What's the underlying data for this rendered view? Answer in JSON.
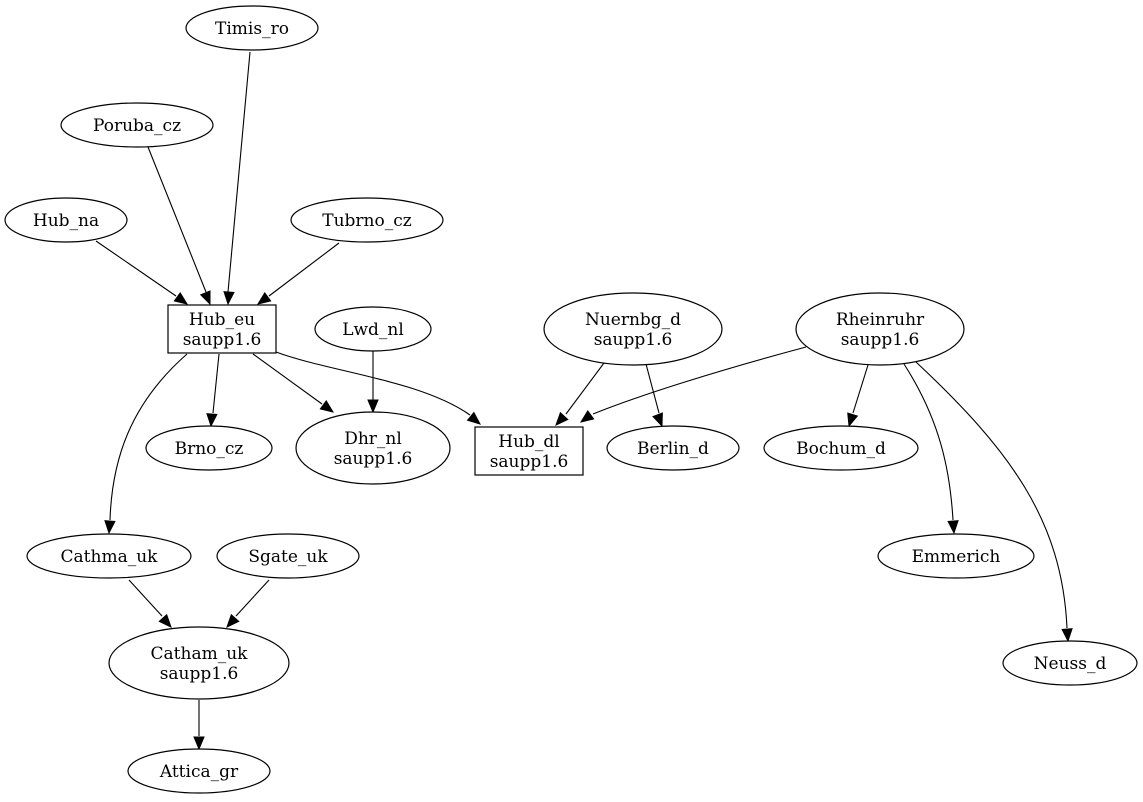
{
  "nodes": [
    {
      "id": "timis_ro",
      "label": "Timis_ro",
      "shape": "ellipse"
    },
    {
      "id": "poruba_cz",
      "label": "Poruba_cz",
      "shape": "ellipse"
    },
    {
      "id": "hub_na",
      "label": "Hub_na",
      "shape": "ellipse"
    },
    {
      "id": "tubrno_cz",
      "label": "Tubrno_cz",
      "shape": "ellipse"
    },
    {
      "id": "hub_eu",
      "label": "Hub_eu",
      "sublabel": "saupp1.6",
      "shape": "box"
    },
    {
      "id": "lwd_nl",
      "label": "Lwd_nl",
      "shape": "ellipse"
    },
    {
      "id": "nuernbg_d",
      "label": "Nuernbg_d",
      "sublabel": "saupp1.6",
      "shape": "ellipse"
    },
    {
      "id": "rheinruhr",
      "label": "Rheinruhr",
      "sublabel": "saupp1.6",
      "shape": "ellipse"
    },
    {
      "id": "brno_cz",
      "label": "Brno_cz",
      "shape": "ellipse"
    },
    {
      "id": "dhr_nl",
      "label": "Dhr_nl",
      "sublabel": "saupp1.6",
      "shape": "ellipse"
    },
    {
      "id": "hub_dl",
      "label": "Hub_dl",
      "sublabel": "saupp1.6",
      "shape": "box"
    },
    {
      "id": "berlin_d",
      "label": "Berlin_d",
      "shape": "ellipse"
    },
    {
      "id": "bochum_d",
      "label": "Bochum_d",
      "shape": "ellipse"
    },
    {
      "id": "cathma_uk",
      "label": "Cathma_uk",
      "shape": "ellipse"
    },
    {
      "id": "sgate_uk",
      "label": "Sgate_uk",
      "shape": "ellipse"
    },
    {
      "id": "emmerich",
      "label": "Emmerich",
      "shape": "ellipse"
    },
    {
      "id": "catham_uk",
      "label": "Catham_uk",
      "sublabel": "saupp1.6",
      "shape": "ellipse"
    },
    {
      "id": "neuss_d",
      "label": "Neuss_d",
      "shape": "ellipse"
    },
    {
      "id": "attica_gr",
      "label": "Attica_gr",
      "shape": "ellipse"
    }
  ],
  "edges": [
    {
      "from": "timis_ro",
      "to": "hub_eu"
    },
    {
      "from": "poruba_cz",
      "to": "hub_eu"
    },
    {
      "from": "hub_na",
      "to": "hub_eu"
    },
    {
      "from": "tubrno_cz",
      "to": "hub_eu"
    },
    {
      "from": "hub_eu",
      "to": "brno_cz"
    },
    {
      "from": "hub_eu",
      "to": "dhr_nl"
    },
    {
      "from": "hub_eu",
      "to": "hub_dl"
    },
    {
      "from": "hub_eu",
      "to": "cathma_uk"
    },
    {
      "from": "lwd_nl",
      "to": "dhr_nl"
    },
    {
      "from": "nuernbg_d",
      "to": "hub_dl"
    },
    {
      "from": "nuernbg_d",
      "to": "berlin_d"
    },
    {
      "from": "rheinruhr",
      "to": "hub_dl"
    },
    {
      "from": "rheinruhr",
      "to": "bochum_d"
    },
    {
      "from": "rheinruhr",
      "to": "emmerich"
    },
    {
      "from": "rheinruhr",
      "to": "neuss_d"
    },
    {
      "from": "cathma_uk",
      "to": "catham_uk"
    },
    {
      "from": "sgate_uk",
      "to": "catham_uk"
    },
    {
      "from": "catham_uk",
      "to": "attica_gr"
    }
  ]
}
